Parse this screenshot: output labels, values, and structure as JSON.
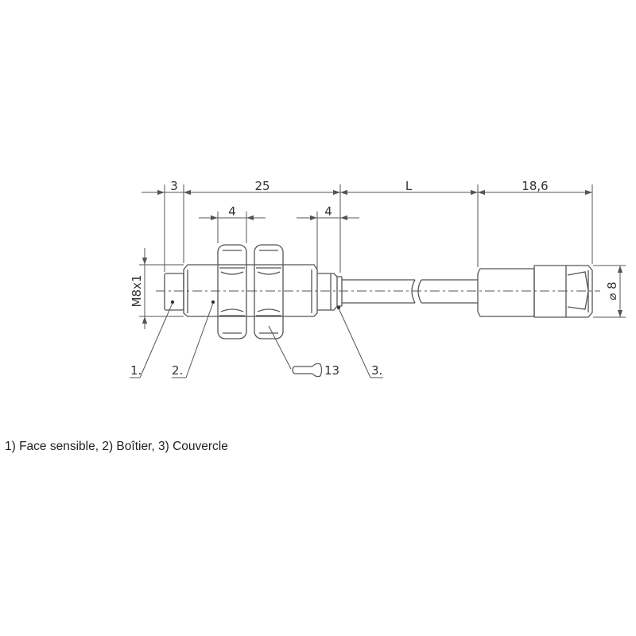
{
  "dimensions": {
    "face_length": "3",
    "housing_length": "25",
    "cable_length": "L",
    "connector_length": "18,6",
    "nut_width_1": "4",
    "nut_width_2": "4",
    "thread": "M8x1",
    "connector_diameter": "⌀ 8",
    "wrench_size": "13"
  },
  "callouts": {
    "c1": "1.",
    "c2": "2.",
    "c3": "3."
  },
  "caption": "1) Face sensible, 2) Boîtier, 3) Couvercle",
  "colors": {
    "line": "#555555",
    "text": "#333333"
  }
}
